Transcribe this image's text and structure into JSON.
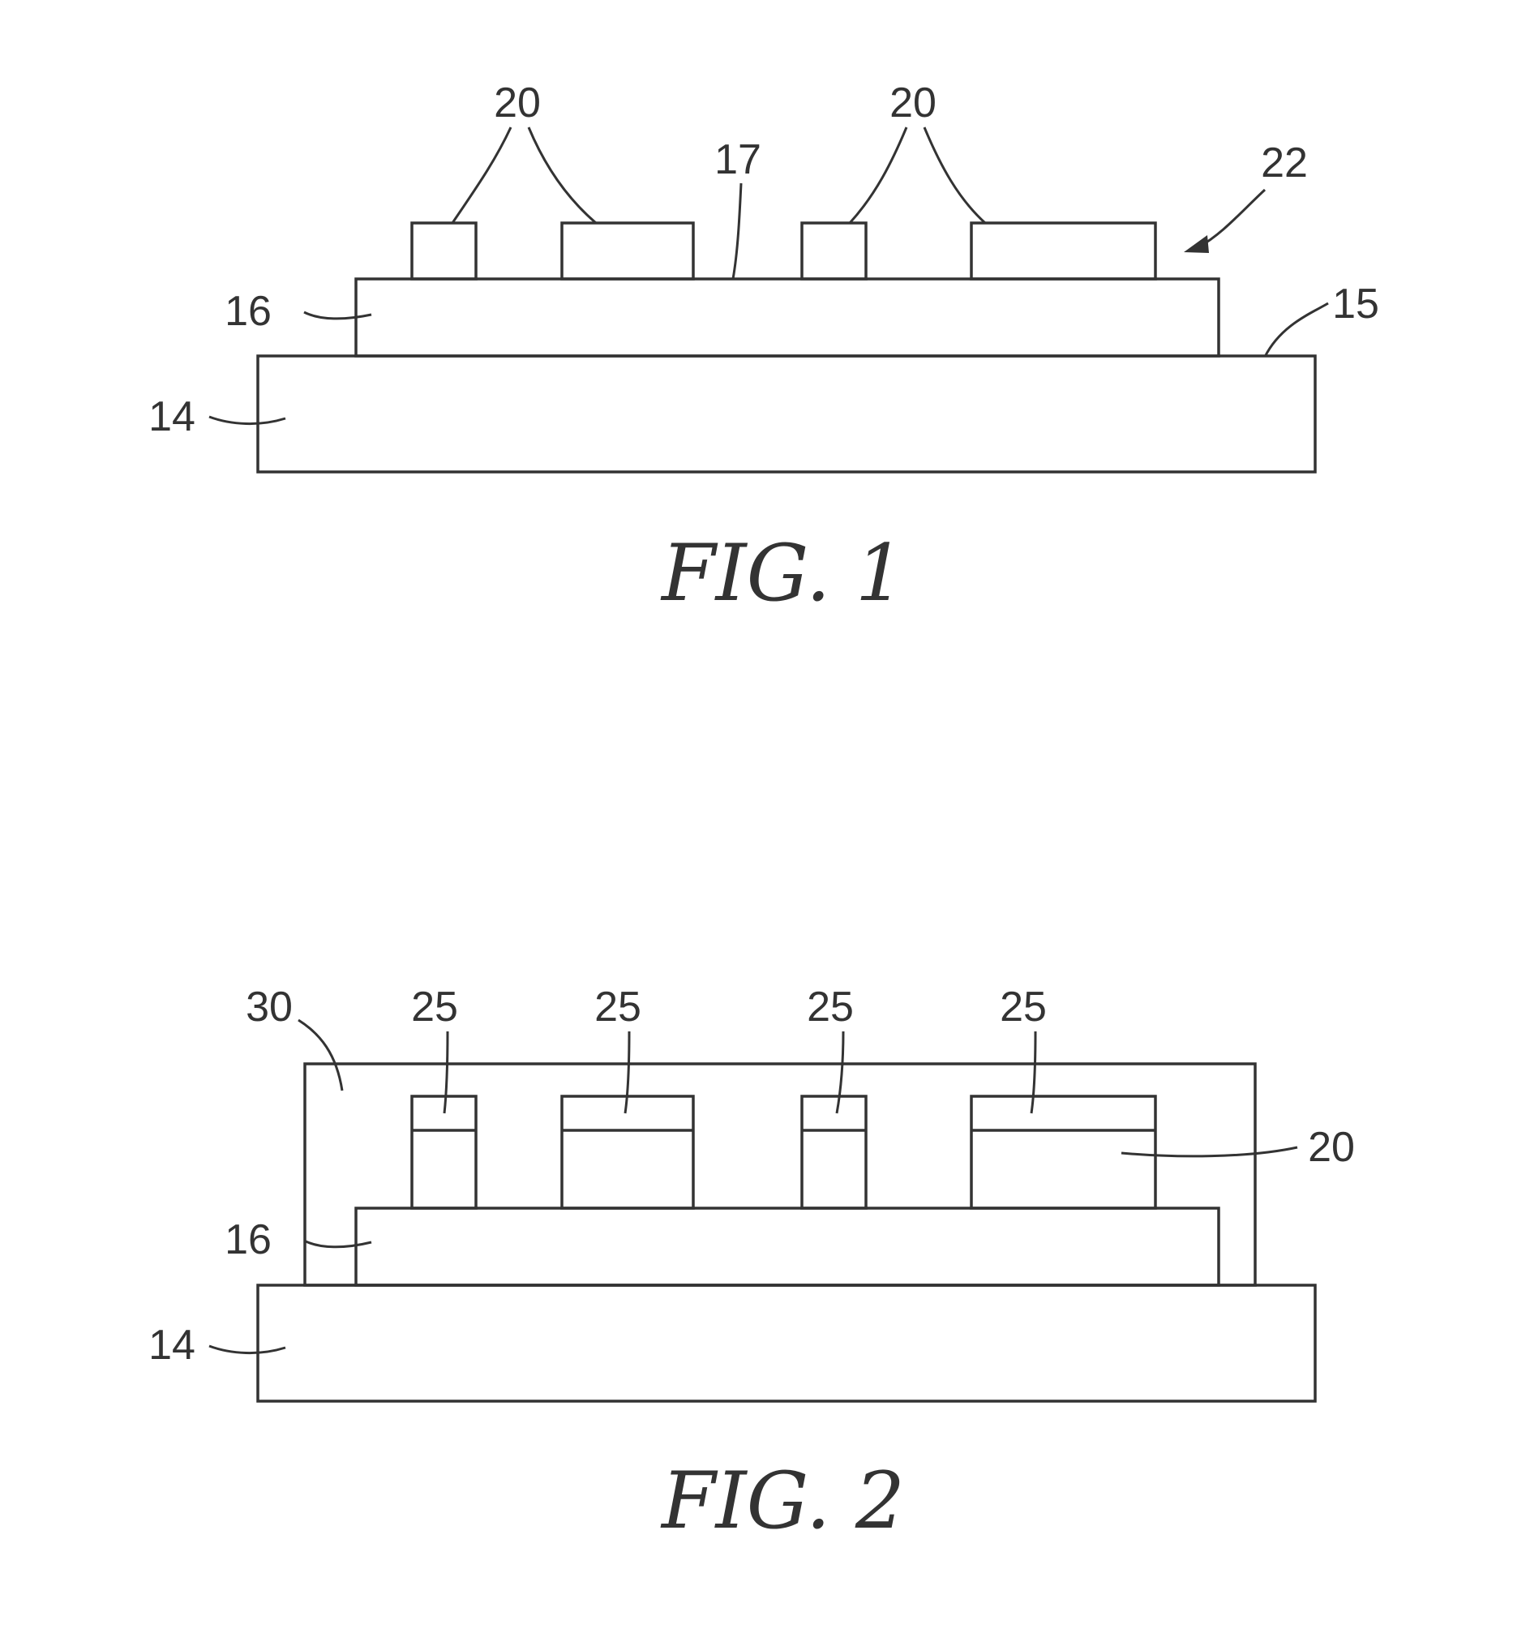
{
  "figure1": {
    "caption": "FIG. 1",
    "labels": {
      "ref_20a": "20",
      "ref_20b": "20",
      "ref_17": "17",
      "ref_22": "22",
      "ref_16": "16",
      "ref_15": "15",
      "ref_14": "14"
    }
  },
  "figure2": {
    "caption": "FIG. 2",
    "labels": {
      "ref_30": "30",
      "ref_25a": "25",
      "ref_25b": "25",
      "ref_25c": "25",
      "ref_25d": "25",
      "ref_20": "20",
      "ref_16": "16",
      "ref_14": "14"
    }
  },
  "colors": {
    "line": "#333333",
    "background": "#ffffff"
  }
}
